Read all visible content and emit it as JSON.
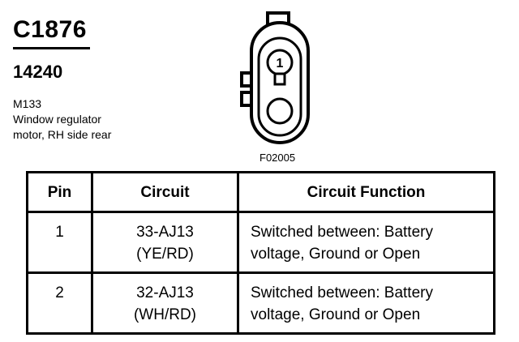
{
  "header": {
    "connector_id": "C1876",
    "part_number": "14240",
    "description": [
      "M133",
      "Window regulator",
      "motor, RH side rear"
    ]
  },
  "figure": {
    "code": "F02005",
    "pin_label": "1"
  },
  "table": {
    "columns": [
      "Pin",
      "Circuit",
      "Circuit Function"
    ],
    "rows": [
      {
        "pin": "1",
        "circuit": [
          "33-AJ13",
          "(YE/RD)"
        ],
        "function": [
          "Switched between: Battery",
          "voltage, Ground or Open"
        ]
      },
      {
        "pin": "2",
        "circuit": [
          "32-AJ13",
          "(WH/RD)"
        ],
        "function": [
          "Switched between: Battery",
          "voltage, Ground or Open"
        ]
      }
    ]
  }
}
